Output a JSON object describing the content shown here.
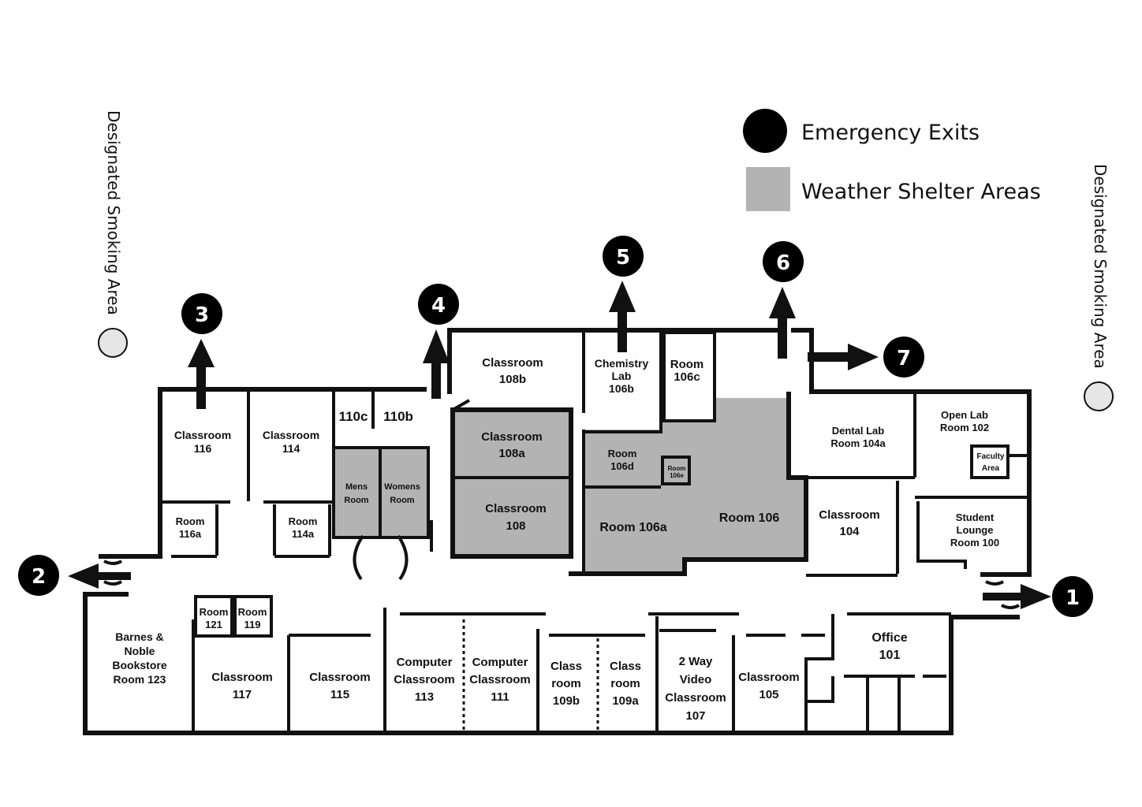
{
  "legend": {
    "exits_label": "Emergency Exits",
    "shelter_label": "Weather Shelter Areas",
    "exit_color": "#000000",
    "shelter_color": "#b3b3b3"
  },
  "smoking_areas": {
    "left_label": "Designated Smoking Area",
    "right_label": "Designated Smoking Area"
  },
  "exits": [
    "1",
    "2",
    "3",
    "4",
    "5",
    "6",
    "7"
  ],
  "rooms": {
    "classroom_116": [
      "Classroom",
      "116"
    ],
    "classroom_114": [
      "Classroom",
      "114"
    ],
    "room_110c": [
      "110c"
    ],
    "room_110b": [
      "110b"
    ],
    "room_116a": [
      "Room",
      "116a"
    ],
    "room_114a": [
      "Room",
      "114a"
    ],
    "mens_room": [
      "Mens",
      "Room"
    ],
    "womens_room": [
      "Womens",
      "Room"
    ],
    "classroom_108b": [
      "Classroom",
      "108b"
    ],
    "classroom_108a": [
      "Classroom",
      "108a"
    ],
    "classroom_108": [
      "Classroom",
      "108"
    ],
    "chem_lab": [
      "Chemistry",
      "Lab",
      "106b"
    ],
    "room_106c": [
      "Room",
      "106c"
    ],
    "room_106d": [
      "Room",
      "106d"
    ],
    "room_106e": [
      "Room",
      "106e"
    ],
    "room_106a": [
      "Room 106a"
    ],
    "room_106": [
      "Room 106"
    ],
    "dental_lab": [
      "Dental Lab",
      "Room 104a"
    ],
    "open_lab": [
      "Open Lab",
      "Room 102"
    ],
    "faculty_area": [
      "Faculty",
      "Area"
    ],
    "classroom_104": [
      "Classroom",
      "104"
    ],
    "student_lounge": [
      "Student",
      "Lounge",
      "Room 100"
    ],
    "bookstore": [
      "Barnes &",
      "Noble",
      "Bookstore",
      "Room 123"
    ],
    "room_121": [
      "Room",
      "121"
    ],
    "room_119": [
      "Room",
      "119"
    ],
    "classroom_117": [
      "Classroom",
      "117"
    ],
    "classroom_115": [
      "Classroom",
      "115"
    ],
    "computer_113": [
      "Computer",
      "Classroom",
      "113"
    ],
    "computer_111": [
      "Computer",
      "Classroom",
      "111"
    ],
    "classroom_109b": [
      "Class",
      "room",
      "109b"
    ],
    "classroom_109a": [
      "Class",
      "room",
      "109a"
    ],
    "video_107": [
      "2 Way",
      "Video",
      "Classroom",
      "107"
    ],
    "classroom_105": [
      "Classroom",
      "105"
    ],
    "office_101": [
      "Office",
      "101"
    ]
  }
}
